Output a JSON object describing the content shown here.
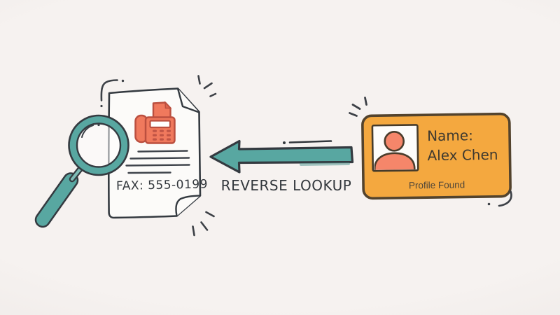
{
  "illustration": {
    "background_color": "#f6f2f0",
    "document": {
      "icon": "fax-machine-icon",
      "fax_label": "FAX: 555-0199",
      "redacted_text_lines": 4,
      "paper_color": "#fcfbf9"
    },
    "magnifier": {
      "icon": "magnifying-glass-icon",
      "color": "#58a7a1"
    },
    "arrow": {
      "icon": "left-arrow-icon",
      "label": "REVERSE LOOKUP",
      "direction": "left",
      "color": "#58a7a1"
    },
    "profile_card": {
      "color": "#f4a83f",
      "border_color": "#53432d",
      "photo": {
        "icon": "person-avatar-icon",
        "color": "#f5866a"
      },
      "name_label": "Name:",
      "name_value": "Alex Chen",
      "status": "Profile Found"
    },
    "colors": {
      "ink": "#32373c",
      "outline": "#343a40",
      "coral": "#f0795d",
      "coral_outline": "#bb4f3f",
      "teal": "#58a7a1"
    }
  }
}
